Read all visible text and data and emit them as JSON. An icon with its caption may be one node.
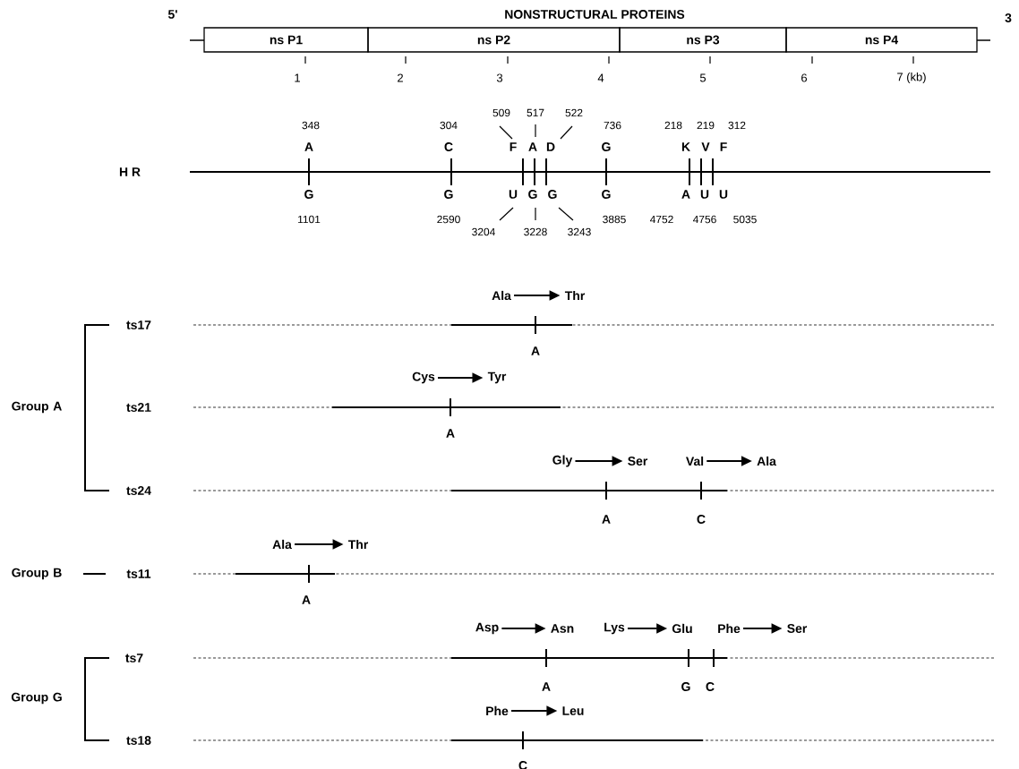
{
  "diagram": {
    "nodes": [
      {
        "text": [
          "ns P1"
        ]
      },
      {
        "text": [
          "ns P2"
        ]
      },
      {
        "text": [
          "ns P3"
        ]
      },
      {
        "text": [
          "ns P4"
        ]
      },
      {
        "text": [
          "Ala"
        ]
      },
      {
        "text": [
          "Thr"
        ]
      },
      {
        "text": [
          "Cys"
        ]
      },
      {
        "text": [
          "Tyr"
        ]
      },
      {
        "text": [
          "Gly"
        ]
      },
      {
        "text": [
          "Ser"
        ]
      },
      {
        "text": [
          "Val"
        ]
      },
      {
        "text": [
          "Ala"
        ]
      },
      {
        "text": [
          "Ala"
        ]
      },
      {
        "text": [
          "Thr"
        ]
      },
      {
        "text": [
          "Asp"
        ]
      },
      {
        "text": [
          "Asn"
        ]
      },
      {
        "text": [
          "Lys"
        ]
      },
      {
        "text": [
          "Glu"
        ]
      },
      {
        "text": [
          "Phe"
        ]
      },
      {
        "text": [
          "Ser"
        ]
      },
      {
        "text": [
          "Phe"
        ]
      },
      {
        "text": [
          "Leu"
        ]
      },
      {
        "text": [
          "509"
        ]
      },
      {
        "text": [
          "F"
        ]
      },
      {
        "text": [
          "517"
        ]
      },
      {
        "text": [
          "A"
        ]
      },
      {
        "text": [
          "522"
        ]
      },
      {
        "text": [
          "D"
        ]
      },
      {
        "text": [
          "U"
        ]
      },
      {
        "text": [
          "3204"
        ]
      },
      {
        "text": [
          "G"
        ]
      },
      {
        "text": [
          "3228"
        ]
      },
      {
        "text": [
          "G"
        ]
      },
      {
        "text": [
          "3243"
        ]
      }
    ],
    "edges": [
      {
        "from": 4,
        "to": 5,
        "arrow": "to"
      },
      {
        "from": 6,
        "to": 7,
        "arrow": "to"
      },
      {
        "from": 8,
        "to": 9,
        "arrow": "to"
      },
      {
        "from": 10,
        "to": 11,
        "arrow": "to"
      },
      {
        "from": 12,
        "to": 13,
        "arrow": "to"
      },
      {
        "from": 14,
        "to": 15,
        "arrow": "to"
      },
      {
        "from": 16,
        "to": 17,
        "arrow": "to"
      },
      {
        "from": 18,
        "to": 19,
        "arrow": "to"
      },
      {
        "from": 20,
        "to": 21,
        "arrow": "to"
      },
      {
        "from": 22,
        "to": 23,
        "arrow": "none"
      },
      {
        "from": 24,
        "to": 25,
        "arrow": "none"
      },
      {
        "from": 26,
        "to": 27,
        "arrow": "none"
      },
      {
        "from": 29,
        "to": 28,
        "arrow": "none"
      },
      {
        "from": 31,
        "to": 30,
        "arrow": "none"
      },
      {
        "from": 33,
        "to": 32,
        "arrow": "none"
      }
    ],
    "labels": [
      "5'",
      "NONSTRUCTURAL PROTEINS",
      "3",
      "1",
      "2",
      "3",
      "4",
      "5",
      "6",
      "7 (kb)",
      "H R",
      "348",
      "304",
      "736",
      "218",
      "219",
      "312",
      "A",
      "C",
      "G",
      "K",
      "V",
      "F",
      "G",
      "G",
      "G",
      "A",
      "U",
      "U",
      "1101",
      "2590",
      "3885",
      "4752",
      "4756",
      "5035",
      "ts17",
      "A",
      "Group A",
      "ts21",
      "A",
      "ts24",
      "A",
      "C",
      "Group B",
      "ts11",
      "A",
      "Group G",
      "ts7",
      "A",
      "G",
      "C",
      "ts18",
      "C"
    ]
  }
}
